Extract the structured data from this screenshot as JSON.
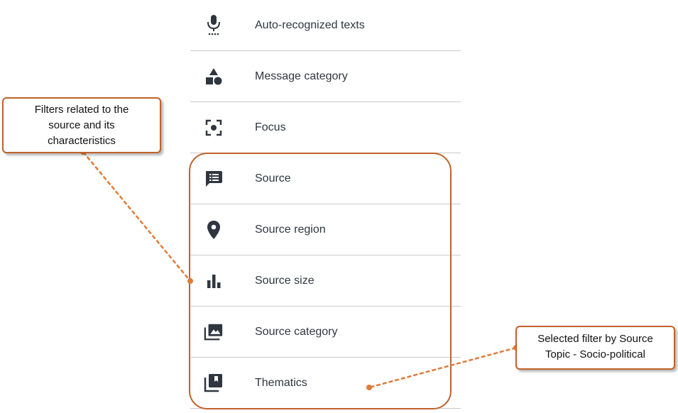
{
  "filters": [
    {
      "label": "Auto-recognized texts",
      "icon": "microphone-icon"
    },
    {
      "label": "Message category",
      "icon": "shapes-icon"
    },
    {
      "label": "Focus",
      "icon": "focus-icon"
    },
    {
      "label": "Source",
      "icon": "list-message-icon"
    },
    {
      "label": "Source region",
      "icon": "location-pin-icon"
    },
    {
      "label": "Source size",
      "icon": "bar-chart-icon"
    },
    {
      "label": "Source category",
      "icon": "photo-library-icon"
    },
    {
      "label": "Thematics",
      "icon": "bookmark-library-icon"
    }
  ],
  "annotations": {
    "source_group": {
      "lines": [
        "Filters related to the",
        "source and its",
        "characteristics"
      ]
    },
    "selected_filter": {
      "lines": [
        "Selected filter by Source",
        "Topic - Socio-political"
      ]
    }
  },
  "colors": {
    "accent": "#c0622a",
    "connector": "#e07b39",
    "icon": "#2f3640",
    "text": "#2f3640",
    "divider": "#c9c9c9"
  }
}
